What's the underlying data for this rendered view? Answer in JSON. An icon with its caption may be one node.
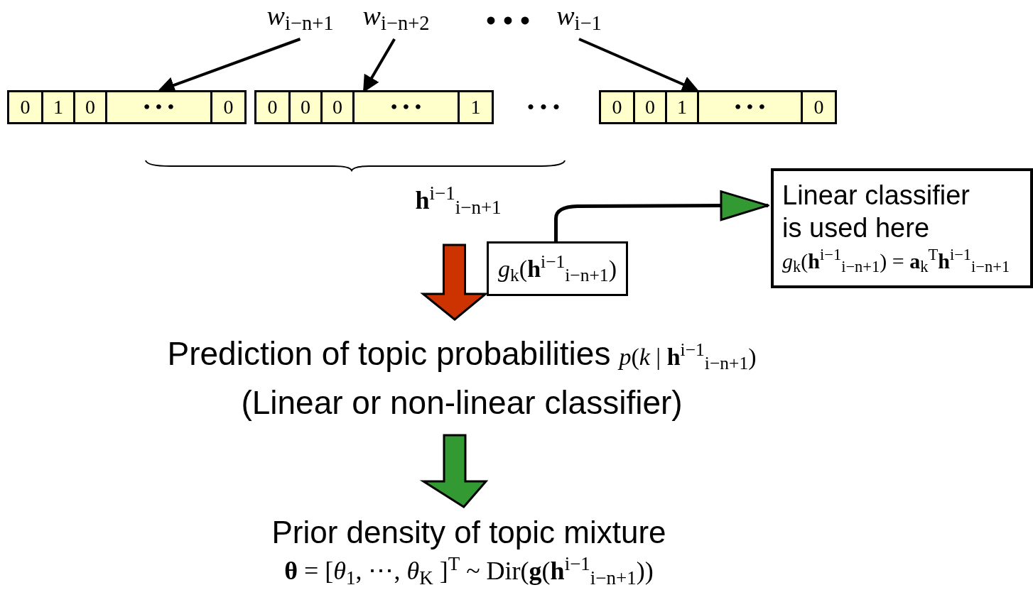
{
  "diagram": {
    "nodes": [
      {
        "text": [
          "*w*$_{i−n+1}$"
        ]
      },
      {
        "text": [
          "*w*$_{i−n+2}$"
        ]
      },
      {
        "text": [
          "*w*$_{i−1}$"
        ]
      },
      {
        "text": [
          "0",
          "1",
          "0",
          "• • •",
          "0"
        ]
      },
      {
        "text": [
          "0",
          "0",
          "0",
          "• • •",
          "1"
        ]
      },
      {
        "text": [
          "0",
          "0",
          "1",
          "• • •",
          "0"
        ]
      },
      {
        "text": [
          "**h**$^{i−1}$$_{i−n+1}$"
        ]
      },
      {
        "text": [
          "*g*$_{k}$(**h**$^{i−1}$$_{i−n+1}$)"
        ]
      },
      {
        "text": [
          "Linear classifier is used here",
          "*g*$_{k}$(**h**$^{i−1}$$_{i−n+1}$) = **a**$_{k}$$^{T}$**h**$^{i−1}$$_{i−n+1}$"
        ]
      },
      {
        "text": [
          "Prediction of topic probabilities",
          "*p*(*k* | **h**$^{i−1}$$_{i−n+1}$)",
          "(Linear or non-linear classifier)"
        ]
      },
      {
        "text": [
          "Prior density of topic mixture",
          "**θ** = [*θ*$_{1}$, ⋯, *θ*$_{K}$ ]$^{T}$ ~ Dir(**g**(**h**$^{i−1}$$_{i−n+1}$))"
        ]
      }
    ],
    "edges": [
      {
        "from": 0,
        "to": 3,
        "arrow": "to"
      },
      {
        "from": 1,
        "to": 4,
        "arrow": "to"
      },
      {
        "from": 2,
        "to": 5,
        "arrow": "to"
      },
      {
        "from": 7,
        "to": 8,
        "arrow": "to"
      },
      {
        "from": 6,
        "to": 9,
        "arrow": "to",
        "style": "thick",
        "color": "#cc3300"
      },
      {
        "from": 9,
        "to": 10,
        "arrow": "to",
        "style": "thick",
        "color": "#339933"
      }
    ],
    "labels": [
      "• • •",
      "• • •"
    ]
  }
}
